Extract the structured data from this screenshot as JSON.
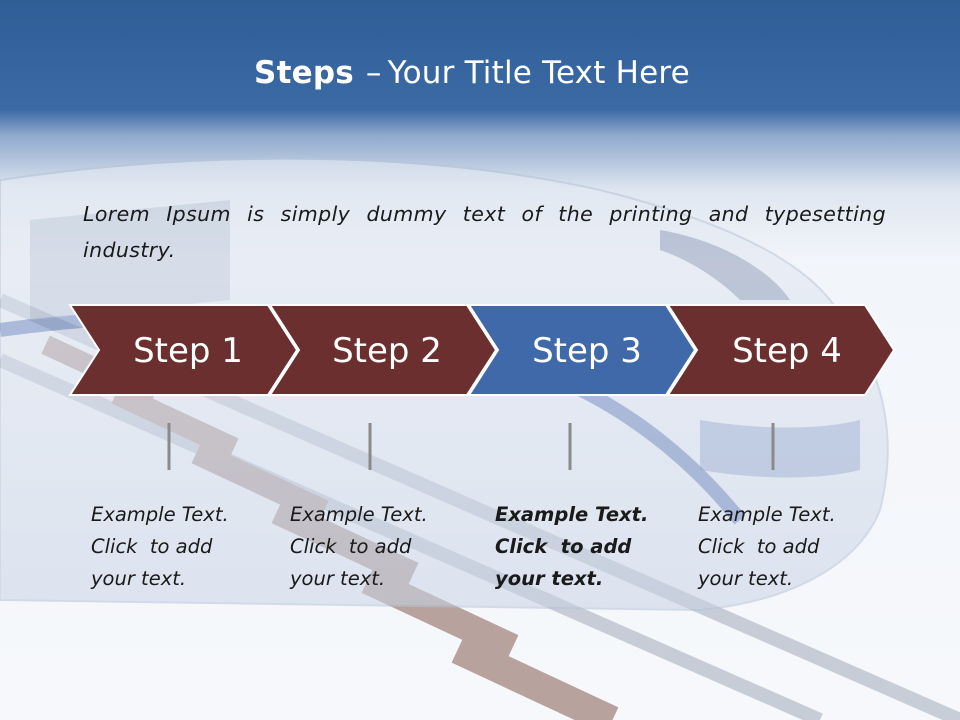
{
  "slide": {
    "title_bold": "Steps",
    "title_sep": "–",
    "title_rest": "Your Title Text Here",
    "intro": "Lorem Ipsum is simply dummy text of the printing and typesetting industry."
  },
  "colors": {
    "title_band": "#3b6aa5",
    "chevron_default": "#6b2f2f",
    "chevron_active": "#3f69a8",
    "chevron_border": "#ffffff",
    "connector": "#8a8a8a"
  },
  "steps": [
    {
      "label": "Step 1",
      "active": false,
      "note_lines": [
        "Example Text.",
        "Click  to add",
        "your text."
      ]
    },
    {
      "label": "Step 2",
      "active": false,
      "note_lines": [
        "Example Text.",
        "Click  to add",
        "your text."
      ]
    },
    {
      "label": "Step 3",
      "active": true,
      "note_lines": [
        "Example Text.",
        "Click  to add",
        "your text."
      ]
    },
    {
      "label": "Step 4",
      "active": false,
      "note_lines": [
        "Example Text.",
        "Click  to add",
        "your text."
      ]
    }
  ]
}
